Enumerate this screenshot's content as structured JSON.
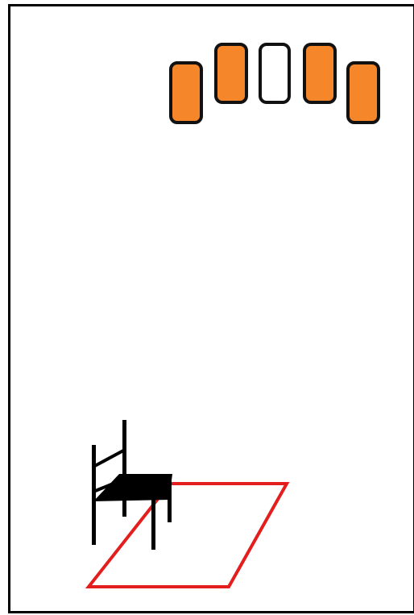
{
  "scene": {
    "background_color": "#ffffff",
    "border_color": "#000000",
    "slots": [
      {
        "state": "filled",
        "color": "#f5862a"
      },
      {
        "state": "filled",
        "color": "#f5862a"
      },
      {
        "state": "empty",
        "color": "#ffffff"
      },
      {
        "state": "filled",
        "color": "#f5862a"
      },
      {
        "state": "filled",
        "color": "#f5862a"
      }
    ],
    "slot_outline_color": "#111111",
    "chair": {
      "icon": "chair-icon",
      "color": "#000000"
    },
    "target_zone": {
      "icon": "target-zone-outline",
      "color": "#e41d1d"
    }
  }
}
